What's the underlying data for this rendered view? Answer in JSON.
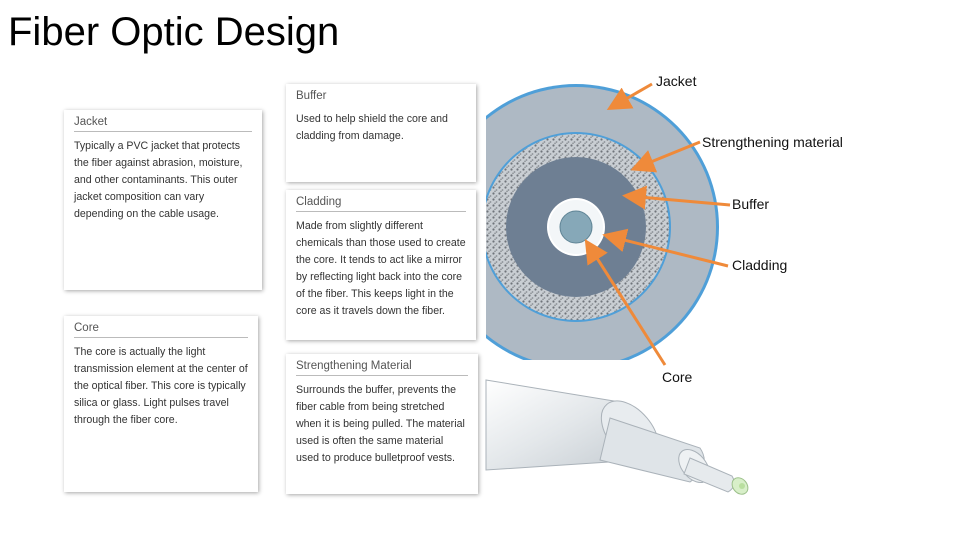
{
  "slide": {
    "title": "Fiber Optic Design"
  },
  "cards": {
    "jacket": {
      "heading": "Jacket",
      "text": "Typically a PVC jacket that protects the fiber against abrasion, moisture, and other contaminants. This outer jacket composition can vary depending on the cable usage."
    },
    "core": {
      "heading": "Core",
      "text": "The core is actually the light transmission element at the center of the optical fiber. This core is typically silica or glass. Light pulses travel through the fiber core."
    },
    "buffer": {
      "heading": "Buffer",
      "text": "Used to help shield the core and cladding from damage."
    },
    "cladding": {
      "heading": "Cladding",
      "text": "Made from slightly different chemicals than those used to create the core. It tends to act like a mirror by reflecting light back into the core of the fiber. This keeps light in the core as it travels down the fiber."
    },
    "strengthening": {
      "heading": "Strengthening Material",
      "text": "Surrounds the buffer, prevents the fiber cable from being stretched when it is being pulled. The material used is often the same material used to produce bulletproof vests."
    }
  },
  "diagram_labels": {
    "jacket": "Jacket",
    "strengthening": "Strengthening material",
    "buffer": "Buffer",
    "cladding": "Cladding",
    "core": "Core"
  },
  "colors": {
    "jacket": "#aeb9c4",
    "jacket_rim": "#4f9fd8",
    "strength": "#c9ced3",
    "buffer": "#6e7f93",
    "cladding": "#ffffff",
    "core": "#86a8b8",
    "arrow": "#ef8a3a"
  }
}
